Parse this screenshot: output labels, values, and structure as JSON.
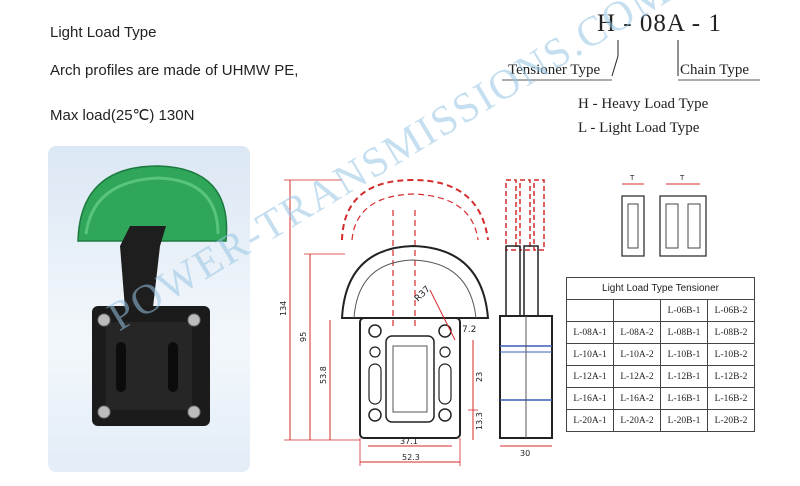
{
  "intro": {
    "title": "Light Load Type",
    "material": "Arch profiles are made of UHMW PE,",
    "max_load": "Max load(25℃) 130N"
  },
  "code": {
    "text": "H - 08A - 1",
    "tensioner_label": "Tensioner Type",
    "chain_label": "Chain Type",
    "heavy": "H - Heavy Load Type",
    "light": "L -  Light Load Type"
  },
  "dimensions": {
    "height_total": "134",
    "height_mid": "95",
    "height_low": "53.8",
    "radius": "R37",
    "thickness": "7.2",
    "right_23": "23",
    "right_13": "13.3",
    "width_37": "37.1",
    "width_52": "52.3",
    "width_side": "30",
    "t1": "T",
    "t2": "T"
  },
  "table": {
    "caption": "Light Load Type Tensioner",
    "rows": [
      [
        "",
        "",
        "L-06B-1",
        "L-06B-2"
      ],
      [
        "L-08A-1",
        "L-08A-2",
        "L-08B-1",
        "L-08B-2"
      ],
      [
        "L-10A-1",
        "L-10A-2",
        "L-10B-1",
        "L-10B-2"
      ],
      [
        "L-12A-1",
        "L-12A-2",
        "L-12B-1",
        "L-12B-2"
      ],
      [
        "L-16A-1",
        "L-16A-2",
        "L-16B-1",
        "L-16B-2"
      ],
      [
        "L-20A-1",
        "L-20A-2",
        "L-20B-1",
        "L-20B-2"
      ]
    ]
  },
  "watermark": "POWER-TRANSMISSIONS.COM",
  "colors": {
    "arch_green": "#2fa65a",
    "dim_red": "#d42a2a",
    "watermark_blue": "#96c4e4"
  }
}
